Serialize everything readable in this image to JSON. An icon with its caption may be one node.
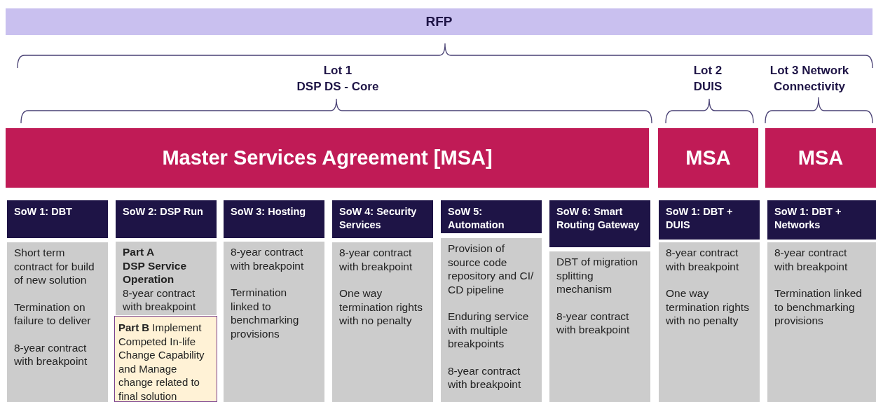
{
  "diagram": {
    "nodes": [
      {
        "text": [
          "RFP"
        ]
      },
      {
        "text": [
          "Master Services Agreement [MSA]"
        ]
      },
      {
        "text": [
          "MSA"
        ]
      },
      {
        "text": [
          "MSA"
        ]
      },
      {
        "text": [
          "SoW 1: DBT"
        ]
      },
      {
        "text": [
          "Short term contract for build of new solution",
          "Termination on failure to deliver",
          "8-year contract with breakpoint"
        ]
      },
      {
        "text": [
          "SoW 2: DSP Run"
        ]
      },
      {
        "text": [
          "Part A",
          "DSP Service Operation",
          "8-year contract with breakpoint"
        ]
      },
      {
        "text": [
          "**Part B** Implement Competed In-life Change Capability and Manage change related to final solution"
        ]
      },
      {
        "text": [
          "SoW 3: Hosting"
        ]
      },
      {
        "text": [
          "8-year contract with breakpoint",
          "Termination linked to benchmarking provisions"
        ]
      },
      {
        "text": [
          "SoW 4: Security Services"
        ]
      },
      {
        "text": [
          "8-year contract with breakpoint",
          "One way termination rights with no penalty"
        ]
      },
      {
        "text": [
          "SoW 5: Automation"
        ]
      },
      {
        "text": [
          "Provision of source code repository and CI/ CD pipeline",
          "Enduring service with multiple breakpoints",
          "8-year contract with breakpoint"
        ]
      },
      {
        "text": [
          "SoW 6: Smart Routing Gateway"
        ]
      },
      {
        "text": [
          "DBT of migration splitting mechanism",
          "8-year contract with breakpoint"
        ]
      },
      {
        "text": [
          "SoW 1: DBT + DUIS"
        ]
      },
      {
        "text": [
          "8-year contract with breakpoint",
          "One way termination rights with no penalty"
        ]
      },
      {
        "text": [
          "SoW 1: DBT + Networks"
        ]
      },
      {
        "text": [
          "8-year contract with breakpoint",
          "Termination linked to benchmarking provisions"
        ]
      }
    ],
    "labels": [
      "Lot 1",
      "DSP DS - Core",
      "Lot 2",
      "DUIS",
      "Lot 3 Network Connectivity"
    ]
  }
}
